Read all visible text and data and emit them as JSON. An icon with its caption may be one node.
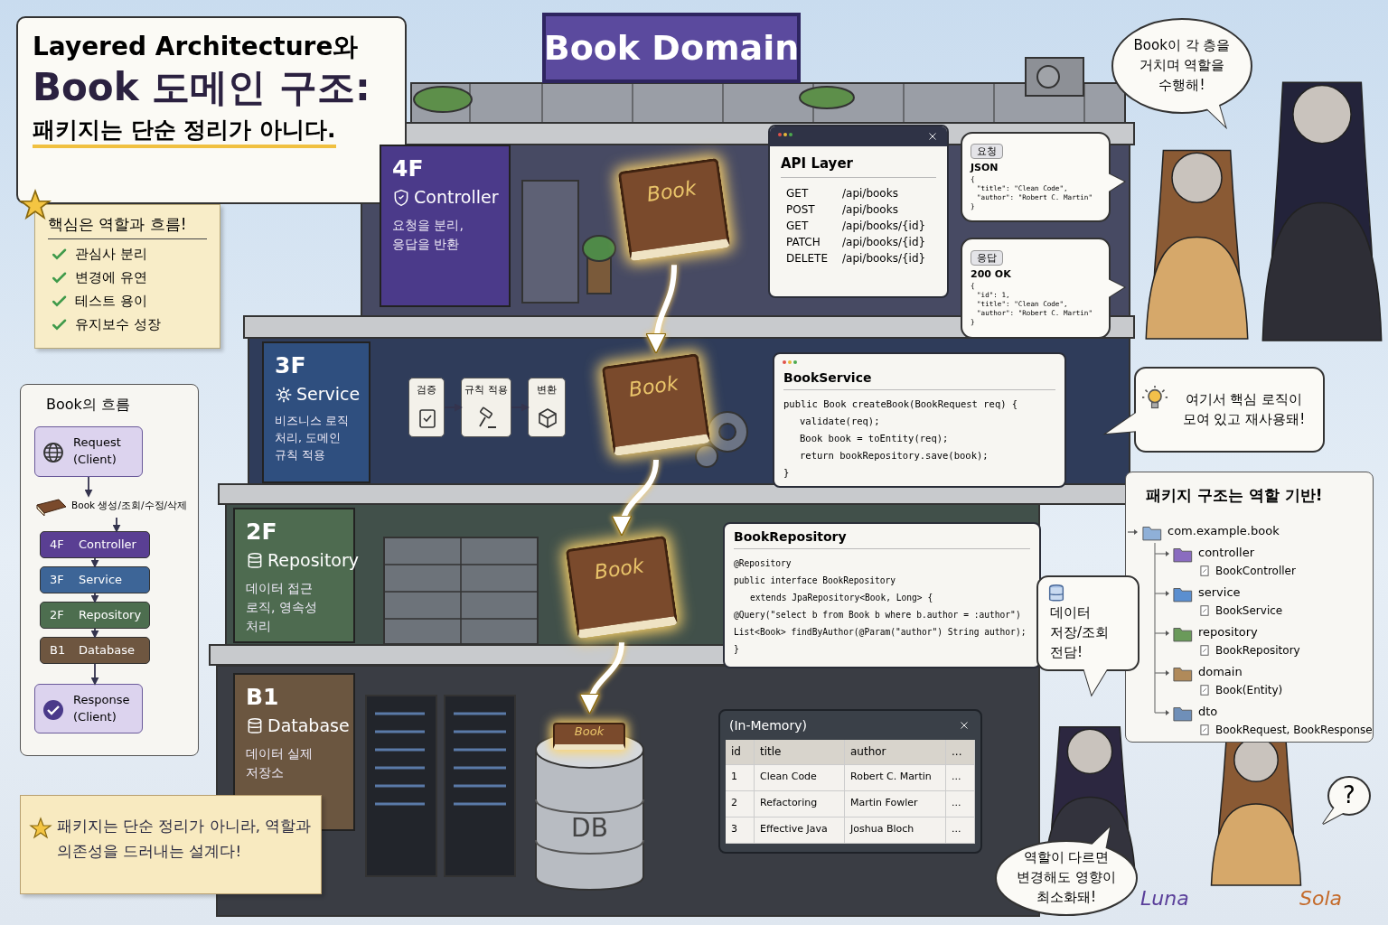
{
  "diagram": {
    "nodes": [
      {
        "text": [
          "Layered Architecture와",
          "Book 도메인 구조:",
          "패키지는 단순 정리가 아니다."
        ]
      },
      {
        "text": [
          "핵심은 역할과 흐름!",
          "관심사 분리",
          "변경에 유연",
          "테스트 용이",
          "유지보수 성장"
        ]
      },
      {
        "text": [
          "Book Domain"
        ]
      },
      {
        "text": [
          "Book이 각 층을 거치며 역할을 수행해!"
        ]
      },
      {
        "text": [
          "4F",
          "Controller",
          "요청을 분리, 응답을 반환"
        ]
      },
      {
        "text": [
          "Book"
        ]
      },
      {
        "text": [
          "API Layer",
          "GET",
          "/api/books",
          "POST",
          "/api/books",
          "GET",
          "/api/books/{id}",
          "PATCH",
          "/api/books/{id}",
          "DELETE",
          "/api/books/{id}"
        ]
      },
      {
        "text": [
          "요청",
          "JSON",
          "{",
          "\"title\": \"Clean Code\",",
          "\"author\": \"Robert C. Martin\"",
          "}"
        ]
      },
      {
        "text": [
          "응답",
          "200 OK",
          "{",
          "\"id\": 1,",
          "\"title\": \"Clean Code\",",
          "\"author\": \"Robert C. Martin\"",
          "}"
        ]
      },
      {
        "text": [
          "Book의 흐름"
        ]
      },
      {
        "text": [
          "Request (Client)"
        ],
        "in": 9
      },
      {
        "text": [
          "Book 생성/조회/수정/삭제"
        ],
        "in": 9
      },
      {
        "text": [
          "4F",
          "Controller"
        ],
        "in": 9
      },
      {
        "text": [
          "3F",
          "Service"
        ],
        "in": 9
      },
      {
        "text": [
          "2F",
          "Repository"
        ],
        "in": 9
      },
      {
        "text": [
          "B1",
          "Database"
        ],
        "in": 9
      },
      {
        "text": [
          "Response (Client)"
        ],
        "in": 9
      },
      {
        "text": [
          "3F",
          "Service",
          "비즈니스 로직 처리, 도메인 규칙 적용"
        ]
      },
      {
        "text": [
          "검증"
        ]
      },
      {
        "text": [
          "규칙 적용"
        ]
      },
      {
        "text": [
          "변환"
        ]
      },
      {
        "text": [
          "Book"
        ]
      },
      {
        "text": [
          "BookService",
          "public Book createBook(BookRequest req) {",
          "validate(req);",
          "Book book = toEntity(req);",
          "return bookRepository.save(book);",
          "}"
        ]
      },
      {
        "text": [
          "여기서 핵심 로직이 모여 있고 재사용돼!"
        ]
      },
      {
        "text": [
          "패키지 구조는 역할 기반!",
          "com.example.book",
          "controller",
          "BookController",
          "service",
          "BookService",
          "repository",
          "BookRepository",
          "domain",
          "Book(Entity)",
          "dto",
          "BookRequest, BookResponse"
        ]
      },
      {
        "text": [
          "2F",
          "Repository",
          "데이터 접근 로직, 영속성 처리"
        ]
      },
      {
        "text": [
          "Book"
        ]
      },
      {
        "text": [
          "BookRepository",
          "@Repository",
          "public interface BookRepository",
          "extends JpaRepository<Book, Long> {",
          "@Query(\"select b from Book b where b.author = :author\")",
          "List<Book> findByAuthor(@Param(\"author\") String author);",
          "}"
        ]
      },
      {
        "text": [
          "데이터 저장/조회 전담!"
        ]
      },
      {
        "text": [
          "B1",
          "Database",
          "데이터 실제 저장소"
        ]
      },
      {
        "text": [
          "Book",
          "DB"
        ]
      },
      {
        "text": [
          "(In-Memory)",
          "id",
          "title",
          "author",
          "...",
          "1",
          "Clean Code",
          "Robert C. Martin",
          "...",
          "2",
          "Refactoring",
          "Martin Fowler",
          "...",
          "3",
          "Effective Java",
          "Joshua Bloch",
          "..."
        ]
      },
      {
        "text": [
          "패키지는 단순 정리가 아니라, 역할과 의존성을 드러내는 설계다!"
        ]
      },
      {
        "text": [
          "역할이 다르면 변경해도 영향이 최소화돼!"
        ]
      },
      {
        "text": [
          "?"
        ]
      }
    ],
    "edges": [
      {
        "from": 10,
        "to": 11,
        "arrow": "to"
      },
      {
        "from": 11,
        "to": 12,
        "arrow": "to"
      },
      {
        "from": 12,
        "to": 13,
        "arrow": "to"
      },
      {
        "from": 13,
        "to": 14,
        "arrow": "to"
      },
      {
        "from": 14,
        "to": 15,
        "arrow": "to"
      },
      {
        "from": 15,
        "to": 16,
        "arrow": "to"
      },
      {
        "from": 18,
        "to": 19,
        "arrow": "to"
      },
      {
        "from": 19,
        "to": 20,
        "arrow": "to"
      },
      {
        "from": 5,
        "to": 21,
        "arrow": "to",
        "style": "thick",
        "color": "#ffffff"
      },
      {
        "from": 21,
        "to": 26,
        "arrow": "to",
        "style": "thick",
        "color": "#ffffff"
      },
      {
        "from": 26,
        "to": 30,
        "arrow": "to",
        "style": "thick",
        "color": "#ffffff"
      }
    ],
    "labels": [
      "Luna",
      "Sola"
    ]
  }
}
